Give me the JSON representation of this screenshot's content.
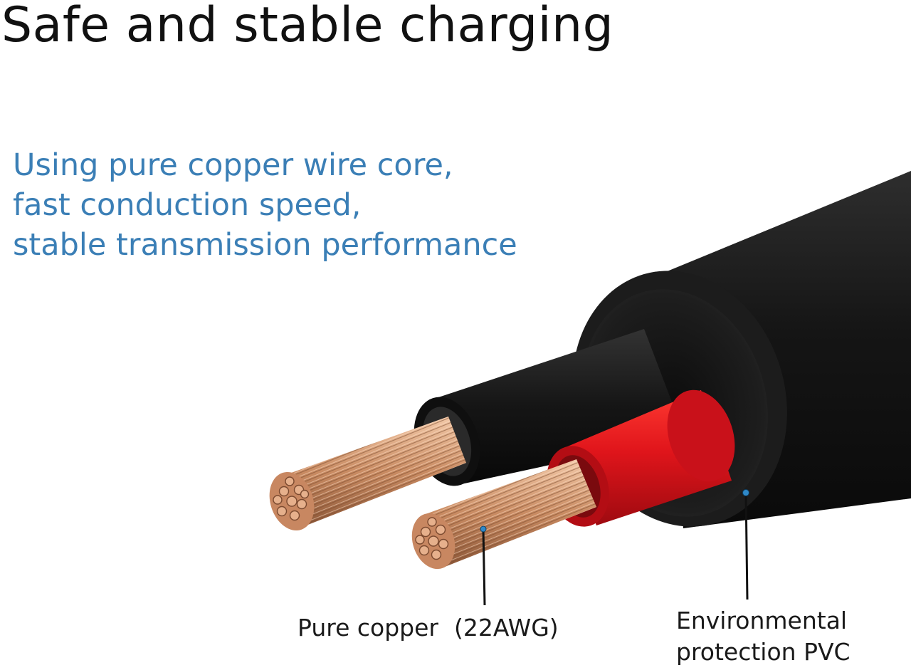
{
  "headline": "Safe and stable charging",
  "description": {
    "lines": [
      "Using pure copper wire core,",
      "fast conduction speed,",
      "stable transmission performance"
    ]
  },
  "callouts": {
    "copper": {
      "label": "Pure copper",
      "gauge": "(22AWG)"
    },
    "jacket": {
      "lines": [
        "Environmental",
        "protection PVC"
      ]
    }
  },
  "colors": {
    "accent_text": "#3b7fb6",
    "jacket": "#1b1b1b",
    "red_insulation": "#e0151b",
    "copper": "#c98b62"
  }
}
